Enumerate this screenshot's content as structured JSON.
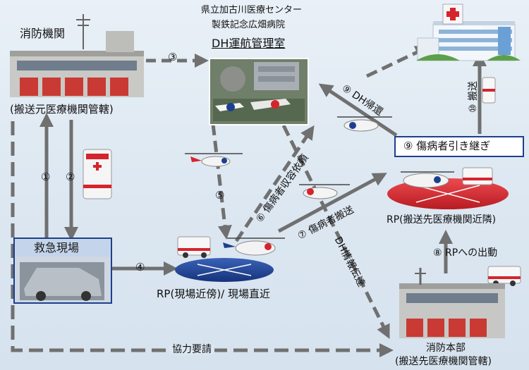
{
  "nodes": {
    "fire_dept": {
      "label": "消防機関",
      "caption": "(搬送元医療機関管轄)"
    },
    "dh_control": {
      "line1": "県立加古川医療センター",
      "line2": "製鉄記念広畑病院",
      "line3": "DH運航管理室"
    },
    "hospital": {
      "sign": "HOSPITAL"
    },
    "scene": {
      "label": "救急現場"
    },
    "rp_scene": {
      "label": "RP(現場近傍)/ 現場直近"
    },
    "rp_dest": {
      "label": "RP(搬送先医療機関近隣)"
    },
    "handover": {
      "label": "⑨ 傷病者引き継ぎ"
    },
    "hq": {
      "label": "消防本部",
      "caption": "(搬送先医療機関管轄)"
    }
  },
  "steps": {
    "s1": "①",
    "s2": "②",
    "s3": "③",
    "s4": "④",
    "s5": "⑤",
    "s6": "⑥ 傷病者収容依頼",
    "s7": "⑦ 傷病者搬送",
    "s8": "⑧ RPへの出動",
    "s9_return": "⑨ DH帰還",
    "s10": "⑩ 搬送",
    "dh_info": "DH情報伝達",
    "cooperation": "協力要請"
  },
  "colors": {
    "arrow": "#707070",
    "pad_blue": "#1d3f8f",
    "pad_red": "#d6242c",
    "box_border": "#1d3f8f"
  }
}
